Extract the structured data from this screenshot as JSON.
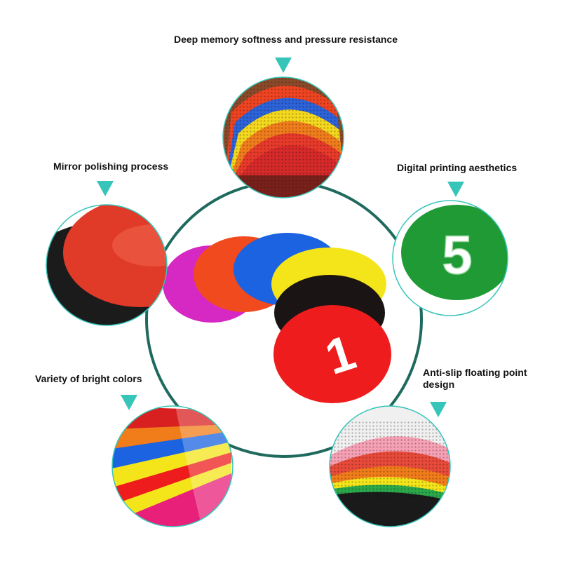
{
  "features": [
    {
      "label": "Deep memory softness and pressure resistance"
    },
    {
      "label": "Mirror polishing process"
    },
    {
      "label": "Digital printing aesthetics"
    },
    {
      "label": "Variety of bright colors"
    },
    {
      "label": "Anti-slip floating point design"
    }
  ],
  "center_discs": [
    {
      "color": "#d628c2",
      "number": ""
    },
    {
      "color": "#f04a1e",
      "number": ""
    },
    {
      "color": "#1b63e0",
      "number": ""
    },
    {
      "color": "#f4e51b",
      "number": ""
    },
    {
      "color": "#1a1414",
      "number": ""
    },
    {
      "color": "#ee1c1c",
      "number": "1"
    }
  ],
  "green_disc": {
    "color": "#1f9a35",
    "number": "5"
  },
  "colors": {
    "accent": "#37c5b9",
    "ring": "#1f6a5e"
  },
  "icons": [
    "teal-pointer-icon"
  ]
}
